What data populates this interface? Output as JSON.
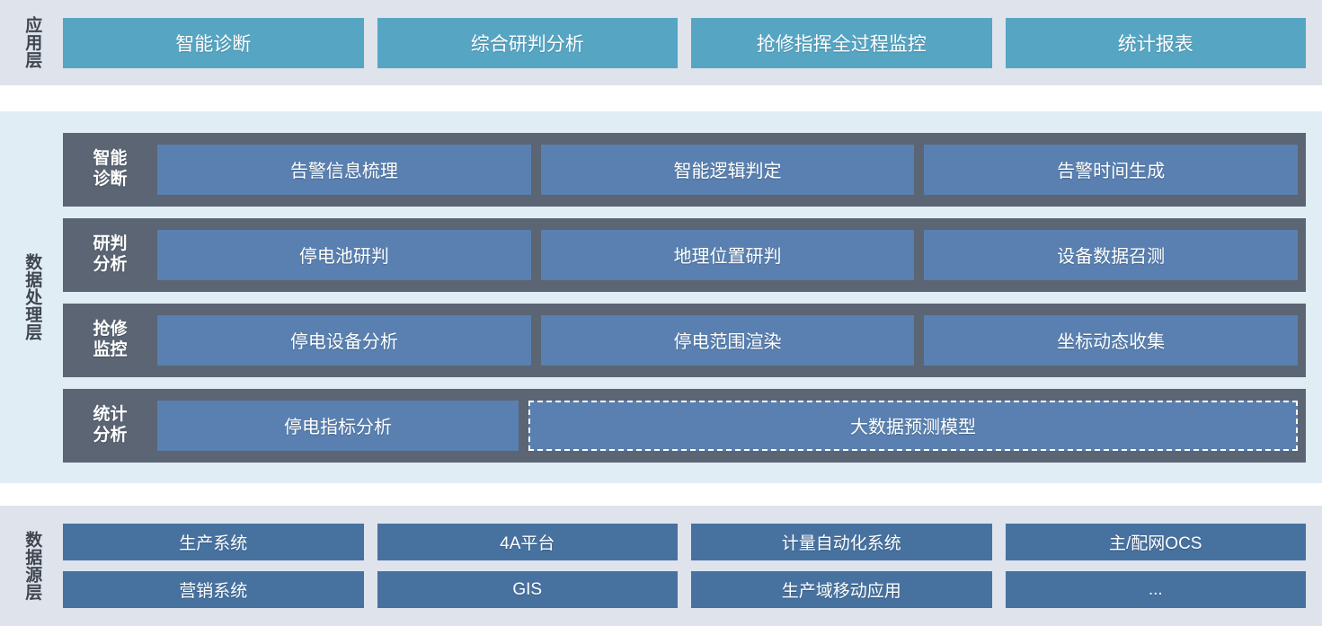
{
  "application_layer": {
    "label": "应用层",
    "buttons": [
      {
        "label": "智能诊断"
      },
      {
        "label": "综合研判分析"
      },
      {
        "label": "抢修指挥全过程监控"
      },
      {
        "label": "统计报表"
      }
    ]
  },
  "data_processing_layer": {
    "label": "数据处理层",
    "rows": [
      {
        "label": "智能\n诊断",
        "cells": [
          {
            "label": "告警信息梳理",
            "dashed": false
          },
          {
            "label": "智能逻辑判定",
            "dashed": false
          },
          {
            "label": "告警时间生成",
            "dashed": false
          }
        ]
      },
      {
        "label": "研判\n分析",
        "cells": [
          {
            "label": "停电池研判",
            "dashed": false
          },
          {
            "label": "地理位置研判",
            "dashed": false
          },
          {
            "label": "设备数据召测",
            "dashed": false
          }
        ]
      },
      {
        "label": "抢修\n监控",
        "cells": [
          {
            "label": "停电设备分析",
            "dashed": false
          },
          {
            "label": "停电范围渲染",
            "dashed": false
          },
          {
            "label": "坐标动态收集",
            "dashed": false
          }
        ]
      },
      {
        "label": "统计\n分析",
        "cells": [
          {
            "label": "停电指标分析",
            "dashed": false
          },
          {
            "label": "大数据预测模型",
            "dashed": true
          }
        ]
      }
    ]
  },
  "data_source_layer": {
    "label": "数据源层",
    "rows": [
      [
        {
          "label": "生产系统"
        },
        {
          "label": "4A平台"
        },
        {
          "label": "计量自动化系统"
        },
        {
          "label": "主/配网OCS"
        }
      ],
      [
        {
          "label": "营销系统"
        },
        {
          "label": "GIS"
        },
        {
          "label": "生产域移动应用"
        },
        {
          "label": "..."
        }
      ]
    ]
  },
  "colors": {
    "app_band_bg": "#dee3ec",
    "app_button": "#56a5c3",
    "proc_band_bg": "#e0edf4",
    "proc_row_bg": "#5b6574",
    "proc_cell": "#5980b0",
    "src_band_bg": "#dee3ec",
    "src_cell": "#4772a0",
    "label_text": "#3f4650",
    "cell_text": "#ffffff"
  }
}
